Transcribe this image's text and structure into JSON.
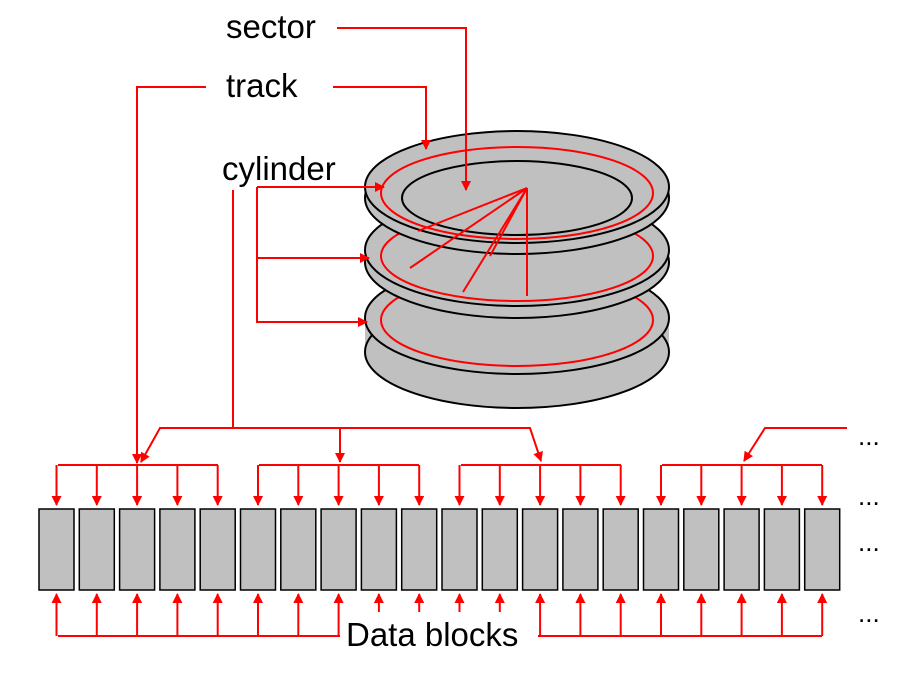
{
  "labels": {
    "sector": "sector",
    "track": "track",
    "cylinder": "cylinder",
    "data_blocks": "Data blocks"
  },
  "ellipsis": [
    "...",
    "...",
    "...",
    "..."
  ],
  "block_count": 20,
  "colors": {
    "arrow": "#ff0000",
    "disk_fill": "#c0c0c0",
    "block_fill": "#c0c0c0",
    "outline": "#000000"
  }
}
